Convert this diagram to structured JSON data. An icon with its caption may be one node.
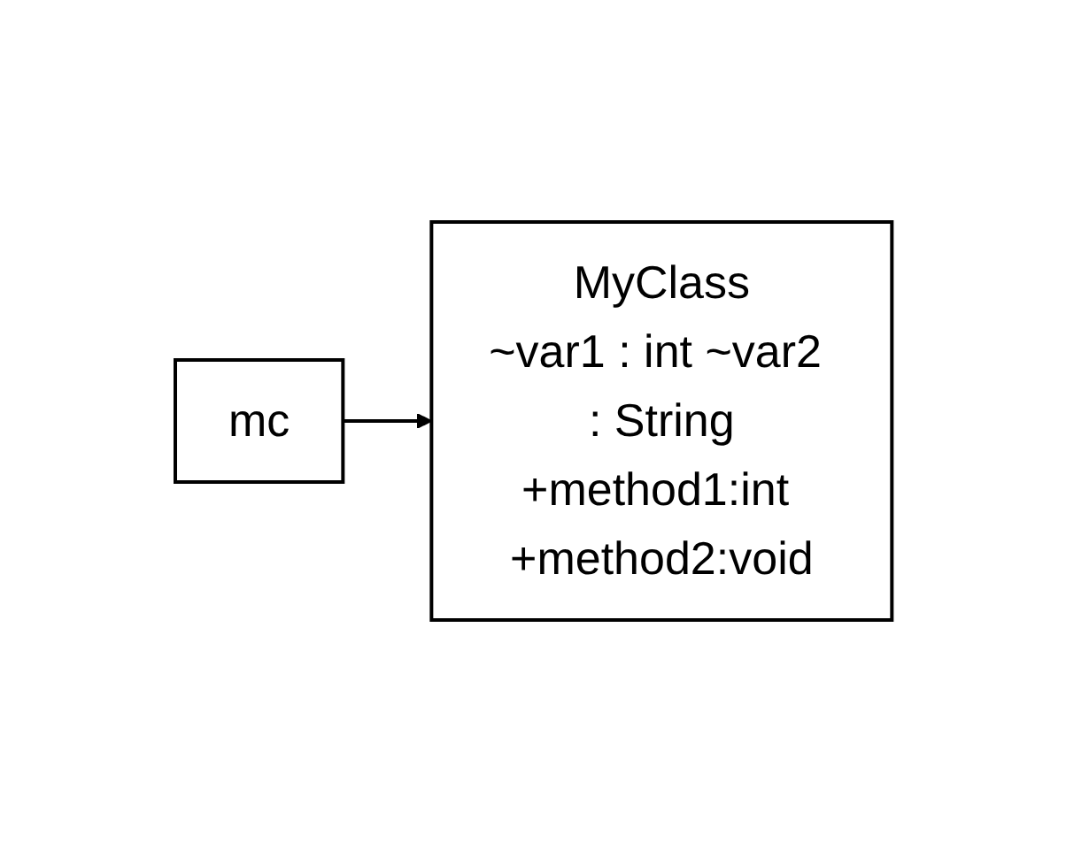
{
  "diagram": {
    "nodes": [
      {
        "text": [
          "mc"
        ]
      },
      {
        "text": [
          "MyClass",
          "~var1 : int ~var2 : String",
          "+method1:int +method2:void"
        ]
      }
    ],
    "edges": [
      {
        "from": 0,
        "to": 1,
        "arrow": "to"
      }
    ]
  }
}
